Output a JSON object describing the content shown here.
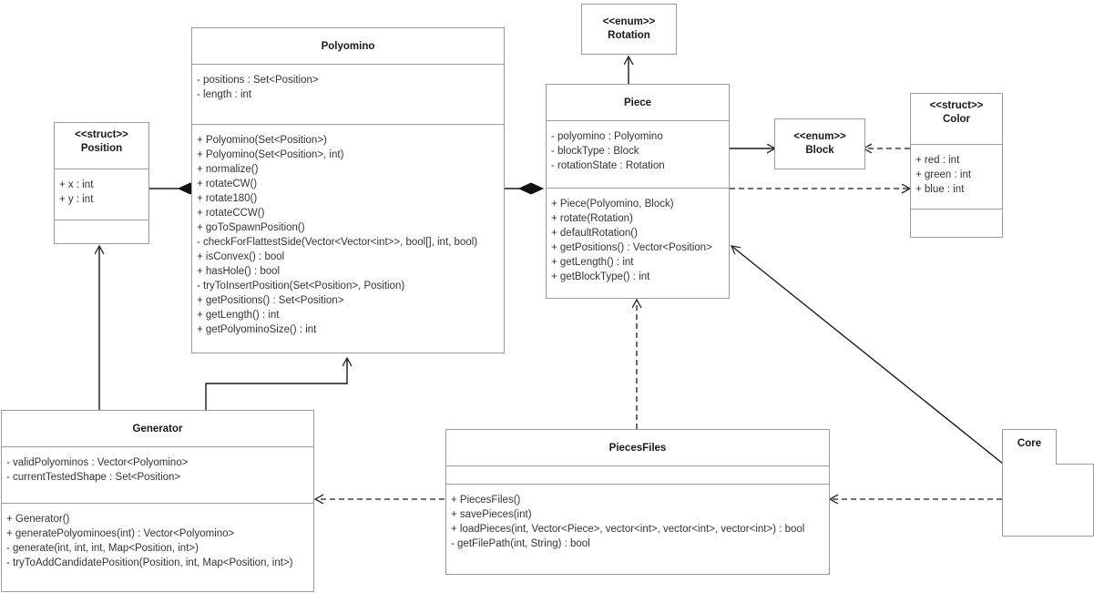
{
  "diagram": {
    "type": "uml-class-diagram",
    "background": "#ffffff",
    "border_color": "#9b9b9b",
    "text_color": "#333333",
    "title_color": "#1a1a1a"
  },
  "classes": {
    "position": {
      "stereotype": "<<struct>>",
      "name": "Position",
      "attributes": [
        "+ x : int",
        "+ y : int"
      ],
      "methods": []
    },
    "polyomino": {
      "stereotype": "",
      "name": "Polyomino",
      "attributes": [
        "- positions : Set<Position>",
        "- length : int"
      ],
      "methods": [
        "+ Polyomino(Set<Position>)",
        "+ Polyomino(Set<Position>, int)",
        "+ normalize()",
        "+ rotateCW()",
        "+ rotate180()",
        "+ rotateCCW()",
        "+ goToSpawnPosition()",
        "- checkForFlattestSide(Vector<Vector<int>>, bool[], int, bool)",
        "+ isConvex() : bool",
        "+ hasHole() : bool",
        "- tryToInsertPosition(Set<Position>, Position)",
        "+ getPositions() : Set<Position>",
        "+ getLength() : int",
        "+ getPolyominoSize() : int"
      ]
    },
    "rotation": {
      "stereotype": "<<enum>>",
      "name": "Rotation",
      "attributes": [],
      "methods": []
    },
    "piece": {
      "stereotype": "",
      "name": "Piece",
      "attributes": [
        "- polyomino : Polyomino",
        "- blockType : Block",
        "- rotationState : Rotation"
      ],
      "methods": [
        "+ Piece(Polyomino, Block)",
        "+ rotate(Rotation)",
        "+ defaultRotation()",
        "+ getPositions() : Vector<Position>",
        "+ getLength() : int",
        "+ getBlockType() : int"
      ]
    },
    "block": {
      "stereotype": "<<enum>>",
      "name": "Block",
      "attributes": [],
      "methods": []
    },
    "color": {
      "stereotype": "<<struct>>",
      "name": "Color",
      "attributes": [
        "+ red : int",
        "+ green : int",
        "+ blue : int"
      ],
      "methods": []
    },
    "generator": {
      "stereotype": "",
      "name": "Generator",
      "attributes": [
        "- validPolyominos : Vector<Polyomino>",
        "- currentTestedShape : Set<Position>"
      ],
      "methods": [
        "+ Generator()",
        "+ generatePolyominoes(int) : Vector<Polyomino>",
        "- generate(int, int, int, Map<Position, int>)",
        "- tryToAddCandidatePosition(Position, int, Map<Position, int>)"
      ]
    },
    "piecesfiles": {
      "stereotype": "",
      "name": "PiecesFiles",
      "attributes": [],
      "methods": [
        "+ PiecesFiles()",
        "+ savePieces(int)",
        "+ loadPieces(int, Vector<Piece>, vector<int>, vector<int>, vector<int>) : bool",
        "- getFilePath(int, String) : bool"
      ]
    },
    "core": {
      "stereotype": "",
      "name": "Core",
      "attributes": [],
      "methods": []
    }
  },
  "relations": [
    {
      "id": "position-polyomino",
      "from": "Position",
      "to": "Polyomino",
      "kind": "composition",
      "style": "solid",
      "end": "filled-diamond"
    },
    {
      "id": "polyomino-piece",
      "from": "Polyomino",
      "to": "Piece",
      "kind": "composition",
      "style": "solid",
      "end": "filled-diamond"
    },
    {
      "id": "piece-rotation",
      "from": "Piece",
      "to": "Rotation",
      "kind": "association",
      "style": "solid",
      "end": "open-arrow"
    },
    {
      "id": "piece-block",
      "from": "Piece",
      "to": "Block",
      "kind": "association",
      "style": "solid",
      "end": "open-arrow"
    },
    {
      "id": "color-block",
      "from": "Color",
      "to": "Block",
      "kind": "dependency",
      "style": "dashed",
      "end": "open-arrow"
    },
    {
      "id": "piece-color",
      "from": "Piece",
      "to": "Color",
      "kind": "dependency",
      "style": "dashed",
      "end": "open-arrow"
    },
    {
      "id": "generator-polyomino",
      "from": "Generator",
      "to": "Polyomino",
      "kind": "association",
      "style": "solid",
      "end": "open-arrow"
    },
    {
      "id": "generator-position",
      "from": "Generator",
      "to": "Position",
      "kind": "association",
      "style": "solid",
      "end": "open-arrow"
    },
    {
      "id": "piecesfiles-piece",
      "from": "PiecesFiles",
      "to": "Piece",
      "kind": "dependency",
      "style": "dashed",
      "end": "open-arrow"
    },
    {
      "id": "piecesfiles-generator",
      "from": "PiecesFiles",
      "to": "Generator",
      "kind": "dependency",
      "style": "dashed",
      "end": "open-arrow"
    },
    {
      "id": "core-piece",
      "from": "Core",
      "to": "Piece",
      "kind": "association",
      "style": "solid",
      "end": "open-arrow"
    },
    {
      "id": "core-piecesfiles",
      "from": "Core",
      "to": "PiecesFiles",
      "kind": "dependency",
      "style": "dashed",
      "end": "open-arrow"
    }
  ]
}
